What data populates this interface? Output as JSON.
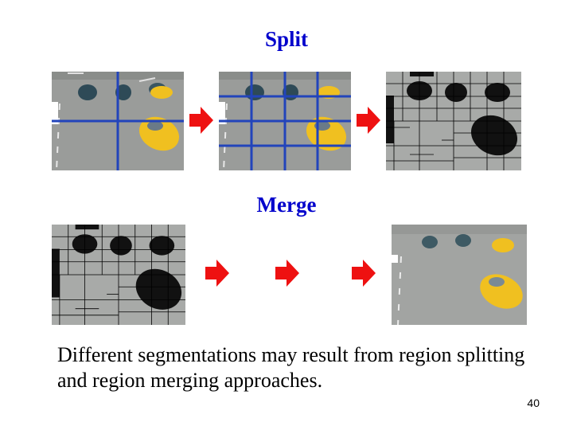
{
  "slide": {
    "split_heading": "Split",
    "merge_heading": "Merge",
    "caption": "Different segmentations may result from region splitting and region merging approaches.",
    "page_number": "40"
  },
  "colors": {
    "heading": "#0000cc",
    "arrow": "#ee1111",
    "grid_lines": "#2244bb",
    "road": "#9a9c9a",
    "taxi": "#f0c020"
  }
}
